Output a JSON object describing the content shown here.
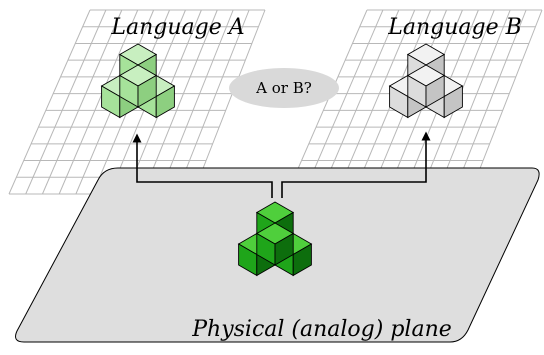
{
  "planes": {
    "language_a": {
      "title": "Language A"
    },
    "language_b": {
      "title": "Language B"
    },
    "physical": {
      "title": "Physical (analog) plane"
    }
  },
  "question_bubble": {
    "text": "A or B?"
  },
  "colors": {
    "grid_line": "#b8b8b8",
    "physical_plane_fill": "#dedede",
    "bubble_fill": "#d9d9d9",
    "cube_a": [
      "#c8efc0",
      "#a6e29a",
      "#8dcf80"
    ],
    "cube_b": [
      "#f2f2f2",
      "#dcdcdc",
      "#c4c4c4"
    ],
    "cube_physical": [
      "#4fcf3c",
      "#1fa51a",
      "#0d6e0d"
    ]
  }
}
